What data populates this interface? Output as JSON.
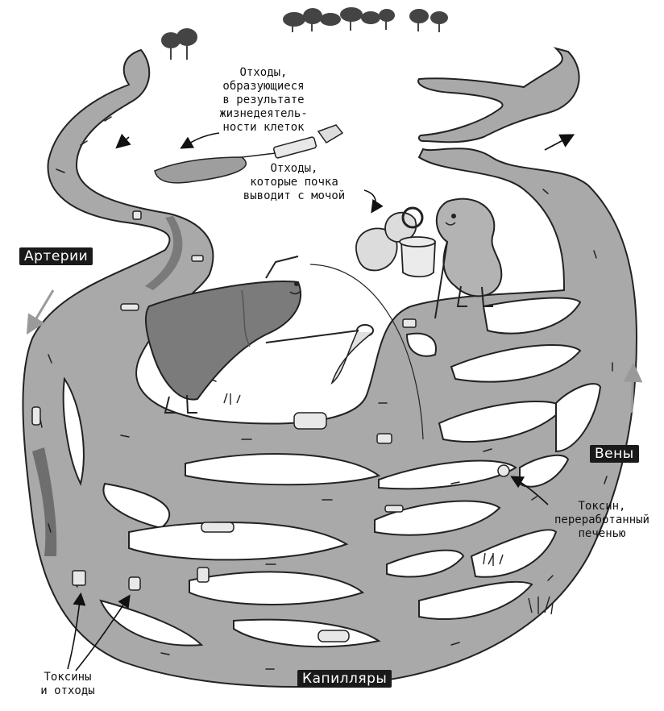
{
  "labels": {
    "arteries": "Артерии",
    "veins": "Вены",
    "capillaries": "Капилляры"
  },
  "notes": {
    "cell_waste": "Отходы,\nобразующиеся\nв результате\nжизнедеятель-\nности клеток",
    "kidney_waste": "Отходы,\nкоторые почка\nвыводит с мочой",
    "processed_toxin": "Токсин,\nпереработанный\nпеченью",
    "toxins_and_waste": "Токсины\nи отходы"
  },
  "colors": {
    "vessel": "#a9a9a9",
    "vessel_dark": "#8a8a8a",
    "liver": "#7b7b7b",
    "kidney": "#b3b3b3",
    "ink": "#111111",
    "background": "#ffffff"
  }
}
